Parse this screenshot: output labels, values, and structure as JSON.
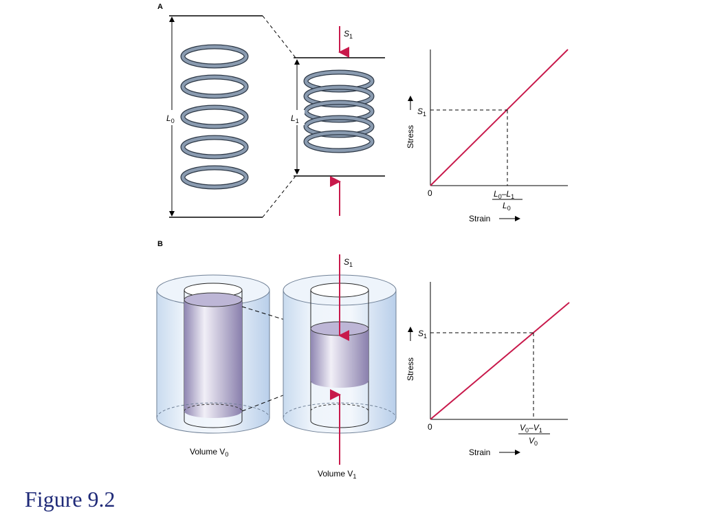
{
  "panels": {
    "a": {
      "label": "A",
      "length_before": "L",
      "length_before_sub": "0",
      "length_after": "L",
      "length_after_sub": "1",
      "stress_symbol": "S",
      "stress_sub": "1",
      "graph": {
        "y_axis_label": "Stress",
        "x_axis_label": "Strain",
        "origin": "0",
        "y_tick": "S",
        "y_tick_sub": "1",
        "x_tick_num_a": "L",
        "x_tick_num_a_sub": "0",
        "x_tick_num_b": "L",
        "x_tick_num_b_sub": "1",
        "x_tick_den": "L",
        "x_tick_den_sub": "0",
        "minus": "–"
      }
    },
    "b": {
      "label": "B",
      "stress_symbol": "S",
      "stress_sub": "1",
      "volume_before": "Volume V",
      "volume_before_sub": "0",
      "volume_after": "Volume V",
      "volume_after_sub": "1",
      "graph": {
        "y_axis_label": "Stress",
        "x_axis_label": "Strain",
        "origin": "0",
        "y_tick": "S",
        "y_tick_sub": "1",
        "x_tick_num_a": "V",
        "x_tick_num_a_sub": "0",
        "x_tick_num_b": "V",
        "x_tick_num_b_sub": "1",
        "x_tick_den": "V",
        "x_tick_den_sub": "0",
        "minus": "–"
      }
    }
  },
  "caption": "Figure 9.2",
  "colors": {
    "stress_line": "#c8194b",
    "spring": "#8a9bb0",
    "cylinder": "#dfe9f5",
    "fluid": "#9f95bf"
  }
}
